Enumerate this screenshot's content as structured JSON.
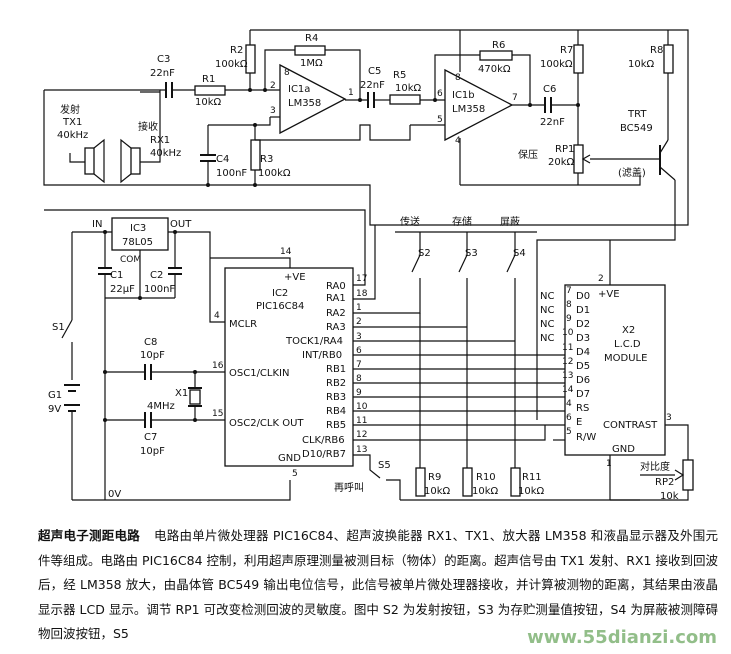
{
  "labels": {
    "tx_name": "发射",
    "tx_ref": "TX1",
    "tx_freq": "40kHz",
    "rx_name": "接收",
    "rx_ref": "RX1",
    "rx_freq": "40kHz",
    "c3": "C3",
    "c3_val": "22nF",
    "r1": "R1",
    "r1_val": "10kΩ",
    "r2": "R2",
    "r2_val": "100kΩ",
    "r4": "R4",
    "r4_val": "1MΩ",
    "ic1a": "IC1a",
    "ic1a_part": "LM358",
    "c5": "C5",
    "c5_val": "22nF",
    "r5": "R5",
    "r5_val": "10kΩ",
    "r6": "R6",
    "r6_val": "470kΩ",
    "ic1b": "IC1b",
    "ic1b_part": "LM358",
    "c6": "C6",
    "c6_val": "22nF",
    "r7": "R7",
    "r7_val": "100kΩ",
    "r8": "R8",
    "r8_val": "10kΩ",
    "trt": "TRT",
    "trt_part": "BC549",
    "rp1": "RP1",
    "rp1_val": "20kΩ",
    "rp1_func": "保压",
    "trt_func": "(滤盖)",
    "c4": "C4",
    "c4_val": "100nF",
    "r3": "R3",
    "r3_val": "100kΩ",
    "pin8a": "8",
    "pin2": "2",
    "pin3": "3",
    "pin1": "1",
    "pin6": "6",
    "pin5": "5",
    "pin7": "7",
    "pin8b": "8",
    "pin4": "4",
    "sw_send": "传送",
    "sw_store": "存储",
    "sw_shield": "屏蔽",
    "s2": "S2",
    "s3": "S3",
    "s4": "S4",
    "s5": "S5",
    "s5_func": "再呼叫",
    "in": "IN",
    "out": "OUT",
    "ic3": "IC3",
    "ic3_part": "78L05",
    "com": "COM",
    "c1": "C1",
    "c1_val": "22μF",
    "c2": "C2",
    "c2_val": "100nF",
    "s1": "S1",
    "g1": "G1",
    "g1_val": "9V",
    "c8": "C8",
    "c8_val": "10pF",
    "x1": "X1",
    "x1_val": "4MHz",
    "c7": "C7",
    "c7_val": "10pF",
    "zero_v": "0V",
    "ic2_pin14": "14",
    "ic2_ve": "+VE",
    "ic2": "IC2",
    "ic2_part": "PIC16C84",
    "mclr": "MCLR",
    "mclr_pin": "4",
    "osc1": "OSC1/CLKIN",
    "osc1_pin": "16",
    "osc2": "OSC2/CLK OUT",
    "osc2_pin": "15",
    "gnd": "GND",
    "gnd_pin": "5",
    "ra0": "RA0",
    "ra1": "RA1",
    "ra2": "RA2",
    "ra3": "RA3",
    "tock": "TOCK1/RA4",
    "int": "INT/RB0",
    "rb1": "RB1",
    "rb2": "RB2",
    "rb3": "RB3",
    "rb4": "RB4",
    "rb5": "RB5",
    "clk": "CLK/RB6",
    "d10": "D10/RB7",
    "p17": "17",
    "p18": "18",
    "p1": "1",
    "p2": "2",
    "p3": "3",
    "p6": "6",
    "p7": "7",
    "p8": "8",
    "p9": "9",
    "p10": "10",
    "p11": "11",
    "p12": "12",
    "p13": "13",
    "r9": "R9",
    "r9_val": "10kΩ",
    "r10": "R10",
    "r10_val": "10kΩ",
    "r11": "R11",
    "r11_val": "10kΩ",
    "x2_pin2": "2",
    "x2_ve": "+VE",
    "nc": "NC",
    "d0": "D0",
    "d1": "D1",
    "d2": "D2",
    "d3": "D3",
    "d4": "D4",
    "d5": "D5",
    "d6": "D6",
    "d7": "D7",
    "rs": "RS",
    "e": "E",
    "rw": "R/W",
    "contrast": "CONTRAST",
    "x2gnd": "GND",
    "x2": "X2",
    "x2_l1": "L.C.D",
    "x2_l2": "MODULE",
    "x2_p7": "7",
    "x2_p8": "8",
    "x2_p9": "9",
    "x2_p10": "10",
    "x2_p11": "11",
    "x2_p12": "12",
    "x2_p13": "13",
    "x2_p14": "14",
    "x2_p4": "4",
    "x2_p6": "6",
    "x2_p5": "5",
    "x2_p3": "3",
    "x2_p1": "1",
    "rp2": "RP2",
    "rp2_val": "10k",
    "rp2_func": "对比度"
  },
  "caption": {
    "title": "超声电子测距电路",
    "body": "电路由单片微处理器 PIC16C84、超声波换能器 RX1、TX1、放大器 LM358 和液晶显示器及外围元件等组成。电路由 PIC16C84 控制，利用超声原理测量被测目标（物体）的距离。超声信号由 TX1 发射、RX1 接收到回波后，经 LM358 放大，由晶体管 BC549 输出电位信号，此信号被单片微处理器接收，并计算被测物的距离，其结果由液晶显示器 LCD 显示。调节 RP1 可改变检测回波的灵敏度。图中 S2 为发射按钮，S3 为存贮测量值按钮，S4 为屏蔽被测障碍物回波按钮，S5"
  },
  "watermark": "www.55dianzi.com"
}
